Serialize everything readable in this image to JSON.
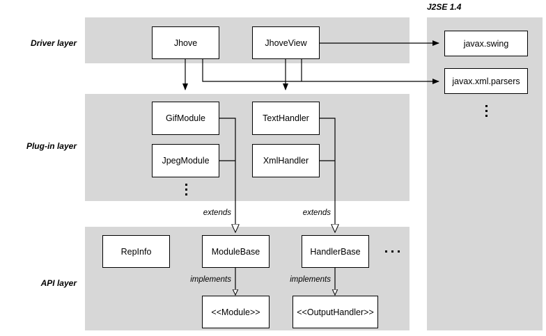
{
  "diagram": {
    "title_group": "J2SE 1.4",
    "layers": [
      {
        "id": "driver",
        "label": "Driver layer"
      },
      {
        "id": "plugin",
        "label": "Plug-in layer"
      },
      {
        "id": "api",
        "label": "API layer"
      }
    ],
    "nodes": {
      "jhove": "Jhove",
      "jhoveview": "JhoveView",
      "javax_swing": "javax.swing",
      "javax_xml_parsers": "javax.xml.parsers",
      "gifmodule": "GifModule",
      "jpegmodule": "JpegModule",
      "texthandler": "TextHandler",
      "xmlhandler": "XmlHandler",
      "repinfo": "RepInfo",
      "modulebase": "ModuleBase",
      "handlerbase": "HandlerBase",
      "module_iface": "<<Module>>",
      "outputhandler_iface": "<<OutputHandler>>"
    },
    "edge_labels": {
      "extends_module": "extends",
      "extends_handler": "extends",
      "implements_module": "implements",
      "implements_handler": "implements"
    },
    "colors": {
      "panel": "#d7d7d7",
      "node_fill": "#ffffff",
      "stroke": "#000000",
      "canvas": "#ffffff"
    }
  }
}
